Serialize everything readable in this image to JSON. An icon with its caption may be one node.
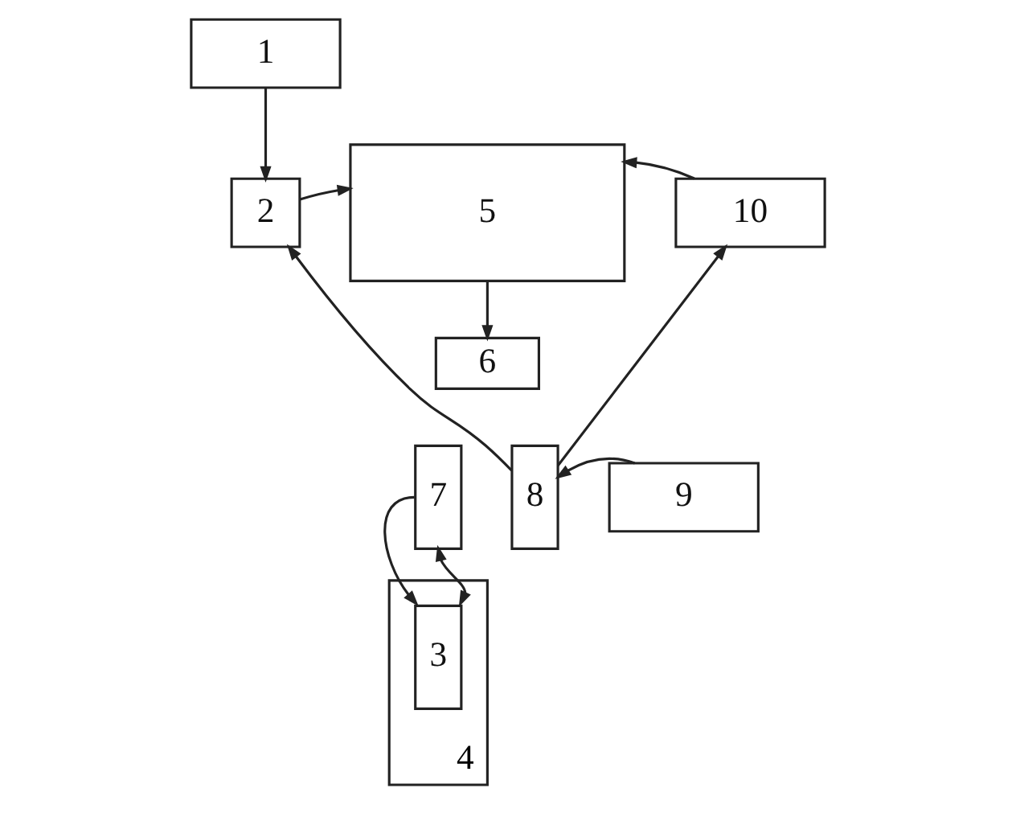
{
  "diagram": {
    "nodes": [
      {
        "text": [
          "1"
        ]
      },
      {
        "text": [
          "2"
        ]
      },
      {
        "text": [
          "5"
        ]
      },
      {
        "text": [
          "10"
        ]
      },
      {
        "text": [
          "6"
        ]
      },
      {
        "text": [
          "7"
        ]
      },
      {
        "text": [
          "8"
        ]
      },
      {
        "text": [
          "9"
        ]
      },
      {
        "text": [
          "4"
        ]
      },
      {
        "text": [
          "3"
        ],
        "in": 8
      }
    ],
    "edges": [
      {
        "from": 0,
        "to": 1,
        "arrow": "to"
      },
      {
        "from": 1,
        "to": 2,
        "arrow": "to"
      },
      {
        "from": 3,
        "to": 2,
        "arrow": "to"
      },
      {
        "from": 2,
        "to": 4,
        "arrow": "to"
      },
      {
        "from": 6,
        "to": 1,
        "arrow": "to"
      },
      {
        "from": 6,
        "to": 3,
        "arrow": "to"
      },
      {
        "from": 7,
        "to": 6,
        "arrow": "to"
      },
      {
        "from": 5,
        "to": 9,
        "arrow": "to"
      },
      {
        "from": 9,
        "to": 5,
        "arrow": "both"
      }
    ]
  }
}
